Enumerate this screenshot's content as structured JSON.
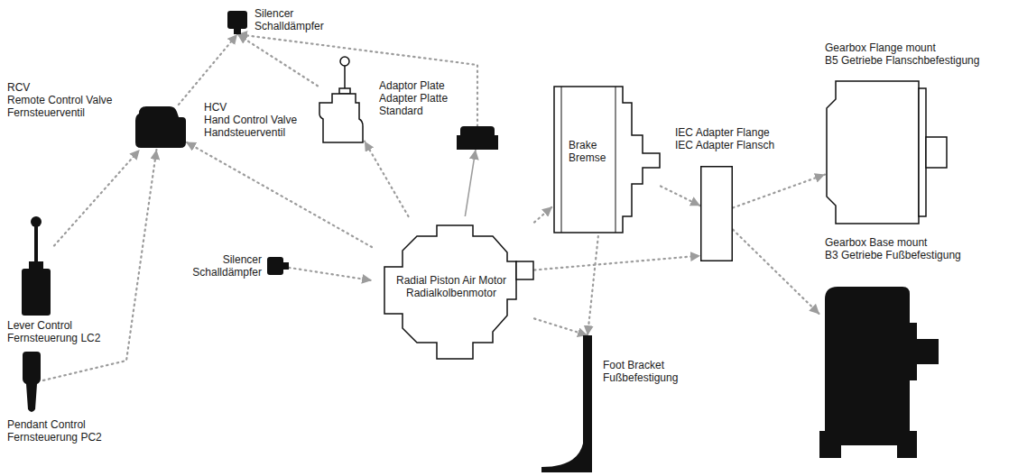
{
  "diagram": {
    "nodes": [
      {
        "text": [
          "Silencer",
          "Schalldämpfer"
        ]
      },
      {
        "text": [
          "RCV",
          "Remote Control Valve",
          "Fernsteuerventil"
        ]
      },
      {
        "text": [
          "HCV",
          "Hand Control Valve",
          "Handsteuerventil"
        ]
      },
      {
        "text": [
          "Adaptor Plate",
          "Adapter Platte",
          "Standard"
        ]
      },
      {
        "text": [
          "Gearbox Flange mount",
          "B5 Getriebe Flanschbefestigung"
        ]
      },
      {
        "text": [
          "Brake",
          "Bremse"
        ]
      },
      {
        "text": [
          "IEC Adapter Flange",
          "IEC Adapter Flansch"
        ]
      },
      {
        "text": [
          "Lever Control",
          "Fernsteuerung LC2"
        ]
      },
      {
        "text": [
          "Gearbox Base mount",
          "B3 Getriebe Fußbefestigung"
        ]
      },
      {
        "text": [
          "Silencer",
          "Schalldämpfer"
        ]
      },
      {
        "text": [
          "Radial Piston Air Motor",
          "Radialkolbenmotor"
        ]
      },
      {
        "text": [
          "Foot Bracket",
          "Fußbefestigung"
        ]
      },
      {
        "text": [
          "Pendant Control",
          "Fernsteuerung PC2"
        ]
      }
    ],
    "edges": [
      {
        "from": 1,
        "to": 0,
        "arrow": "to"
      },
      {
        "from": 2,
        "to": 0,
        "arrow": "to"
      },
      {
        "from": 3,
        "to": 0,
        "arrow": "to"
      },
      {
        "from": 10,
        "to": 1,
        "arrow": "to"
      },
      {
        "from": 10,
        "to": 2,
        "arrow": "to"
      },
      {
        "from": 10,
        "to": 3,
        "arrow": "to"
      },
      {
        "from": 7,
        "to": 1,
        "arrow": "to"
      },
      {
        "from": 12,
        "to": 1,
        "arrow": "to"
      },
      {
        "from": 9,
        "to": 10,
        "arrow": "to"
      },
      {
        "from": 10,
        "to": 5,
        "arrow": "to"
      },
      {
        "from": 10,
        "to": 6,
        "arrow": "to"
      },
      {
        "from": 10,
        "to": 11,
        "arrow": "to"
      },
      {
        "from": 5,
        "to": 6,
        "arrow": "to"
      },
      {
        "from": 5,
        "to": 11,
        "arrow": "to"
      },
      {
        "from": 6,
        "to": 4,
        "arrow": "to"
      },
      {
        "from": 6,
        "to": 8,
        "arrow": "to"
      }
    ]
  }
}
